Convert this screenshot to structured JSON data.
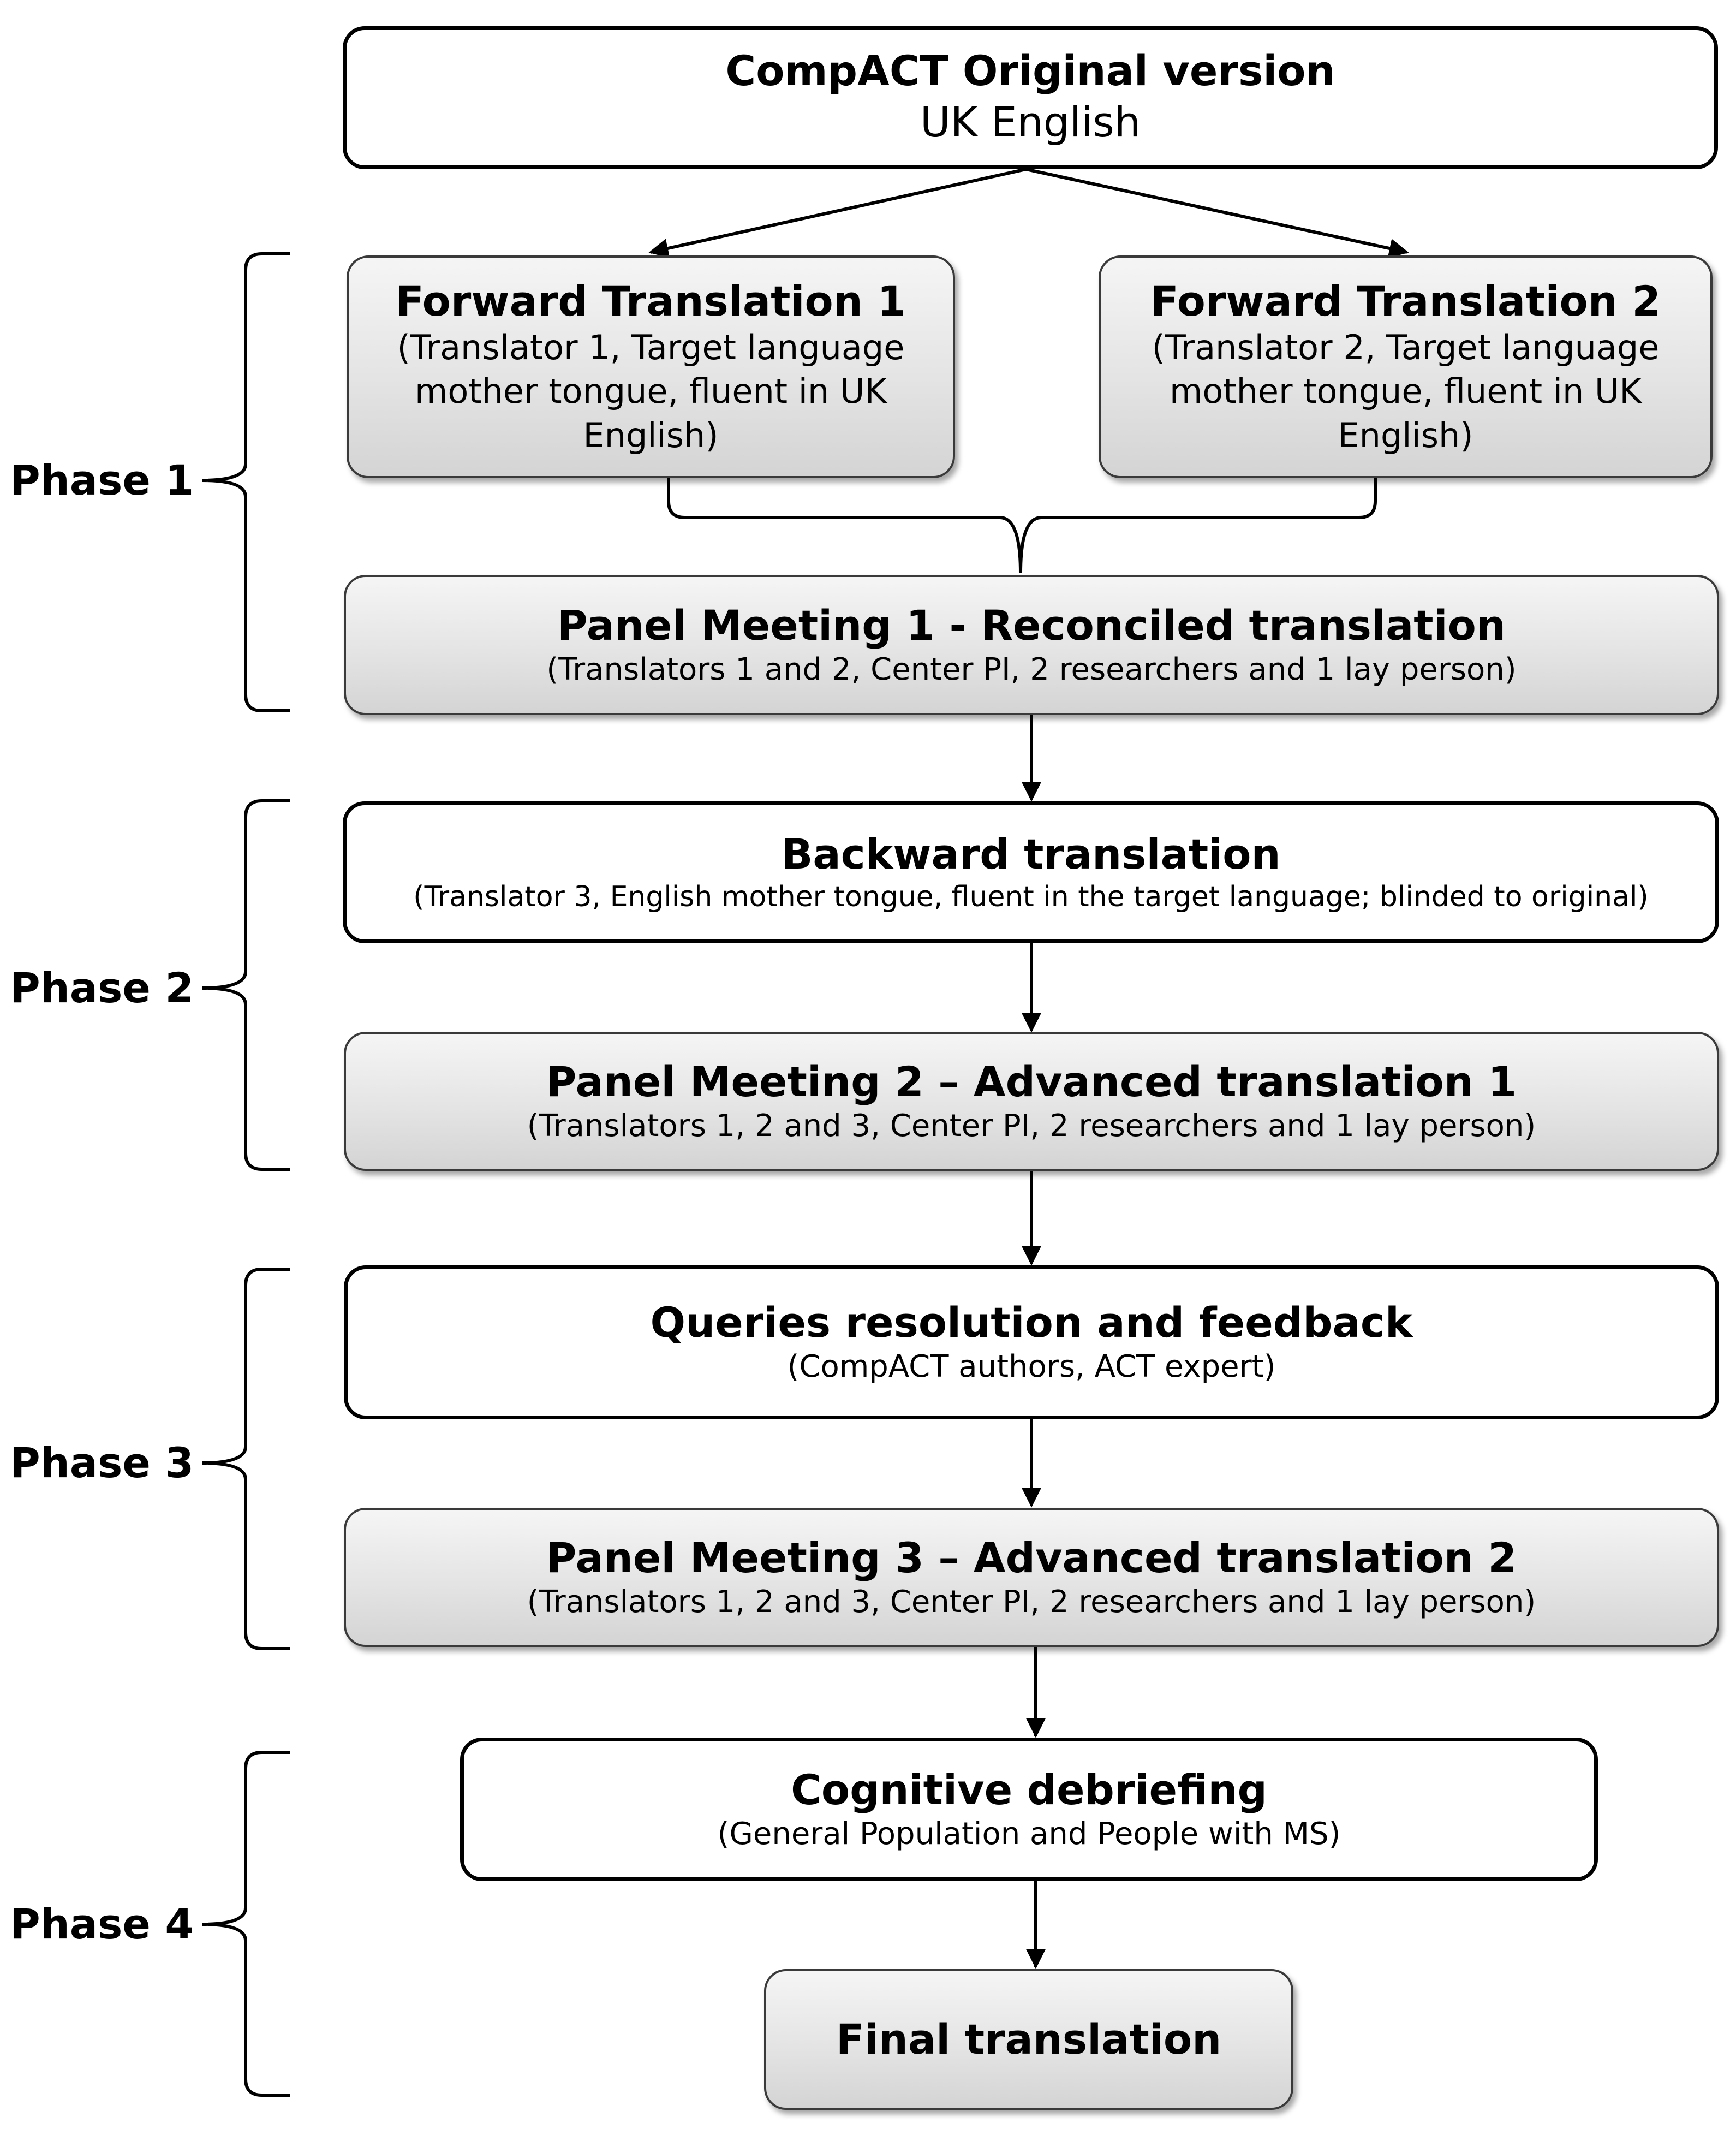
{
  "phases": [
    "Phase 1",
    "Phase 2",
    "Phase 3",
    "Phase 4"
  ],
  "nodes": {
    "original": {
      "title": "CompACT Original version",
      "subtitle": "UK English"
    },
    "forward1": {
      "title": "Forward Translation 1",
      "subtitle": "(Translator 1, Target language mother tongue, fluent in UK English)"
    },
    "forward2": {
      "title": "Forward Translation 2",
      "subtitle": "(Translator 2, Target language mother tongue, fluent in UK English)"
    },
    "panel1": {
      "title": "Panel Meeting 1 - Reconciled translation",
      "subtitle": "(Translators 1 and 2, Center PI, 2 researchers and 1 lay person)"
    },
    "backward": {
      "title": "Backward translation",
      "subtitle": "(Translator 3, English mother tongue, fluent in the target language; blinded to original)"
    },
    "panel2": {
      "title": "Panel Meeting 2 – Advanced translation 1",
      "subtitle": "(Translators 1, 2 and 3, Center PI, 2 researchers and 1 lay person)"
    },
    "queries": {
      "title": "Queries resolution and feedback",
      "subtitle": "(CompACT authors, ACT expert)"
    },
    "panel3": {
      "title": "Panel Meeting 3 – Advanced translation 2",
      "subtitle": "(Translators 1, 2 and 3, Center PI, 2 researchers and 1 lay person)"
    },
    "debriefing": {
      "title": "Cognitive debriefing",
      "subtitle": "(General Population and People with MS)"
    },
    "final": {
      "title": "Final translation"
    }
  }
}
